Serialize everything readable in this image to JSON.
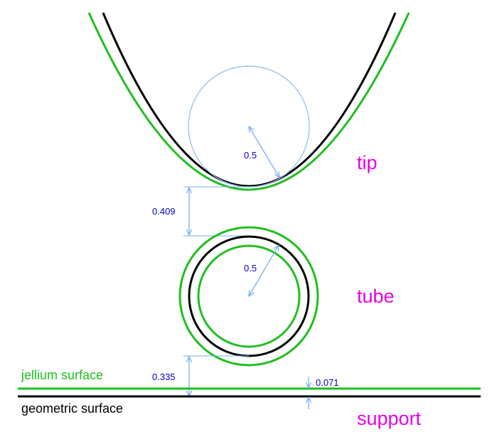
{
  "colors": {
    "geometric": "#000000",
    "jellium": "#1fbf1f",
    "dimension": "#7aaef0",
    "dimension_text": "#0000c0",
    "object_label": "#e600e6"
  },
  "labels": {
    "tip": "tip",
    "tube": "tube",
    "support": "support",
    "jellium_surface": "jellium surface",
    "geometric_surface": "geometric surface"
  },
  "dimensions": {
    "tip_radius": "0.5",
    "tube_radius": "0.5",
    "tip_tube_gap": "0.409",
    "tube_surface_gap": "0.335",
    "jellium_offset": "0.071"
  }
}
